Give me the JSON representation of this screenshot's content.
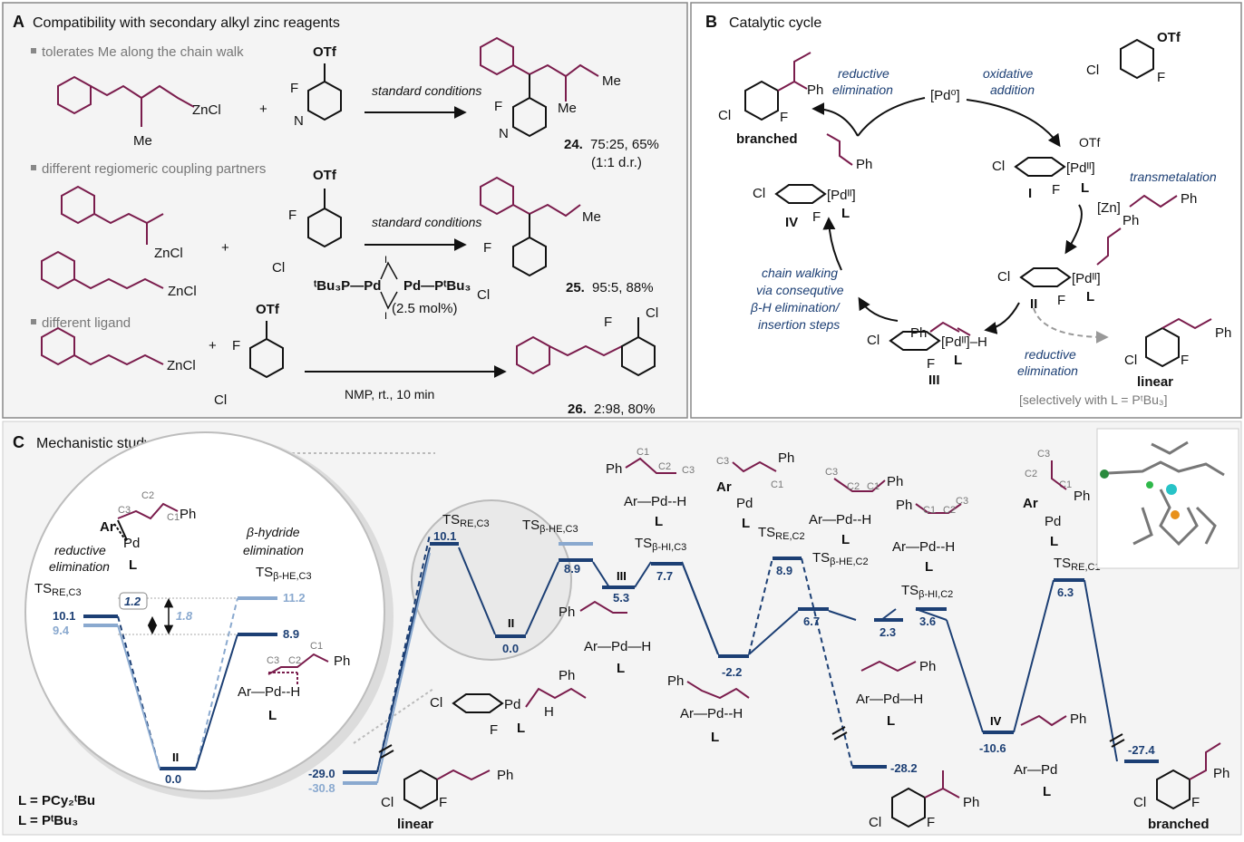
{
  "colors": {
    "dark_blue": "#1c3f74",
    "light_blue": "#8aa9cf",
    "maroon": "#7a1c4c",
    "panel_bg": "#f3f3f3"
  },
  "panelA": {
    "letter": "A",
    "title": "Compatibility with secondary alkyl zinc reagents",
    "bullets": [
      "tolerates Me along the chain walk",
      "different regiomeric coupling partners",
      "different ligand"
    ],
    "conditions": "standard conditions",
    "row3_catalyst": "(2.5 mol%)",
    "row3_conditions": "NMP, rt., 10 min",
    "products": [
      {
        "label": "24.",
        "detail": "75:25, 65%",
        "extra": "(1:1 d.r.)"
      },
      {
        "label": "25.",
        "detail": "95:5, 88%"
      },
      {
        "label": "26.",
        "detail": "2:98, 80%"
      }
    ]
  },
  "panelB": {
    "letter": "B",
    "title": "Catalytic cycle",
    "steps": {
      "re1": "reductive",
      "re2": "elimination",
      "oa1": "oxidative",
      "oa2": "addition",
      "tm": "transmetalation",
      "cw1": "chain walking",
      "cw2": "via consequtive",
      "cw3": "β-H elimination/",
      "cw4": "insertion steps",
      "re3": "reductive",
      "re4": "elimination"
    },
    "branched": "branched",
    "linear": "linear",
    "note": "[selectively with L = PᵗBu₃]",
    "intermediates": [
      "I",
      "II",
      "III",
      "IV"
    ]
  },
  "panelC": {
    "letter": "C",
    "title": "Mechanistic study",
    "ligand_dark": "L = PCy₂ᵗBu",
    "ligand_light": "L = PᵗBu₃",
    "inset": {
      "re1": "reductive",
      "re2": "elimination",
      "bh1": "β-hydride",
      "bh2": "elimination",
      "ts_re": "TS",
      "ts_re_sub": "RE,C3",
      "ts_bh": "TS",
      "ts_bh_sub": "β-HE,C3",
      "e1": "10.1",
      "e2": "9.4",
      "e3": "1.2",
      "e4": "1.8",
      "e5": "11.2",
      "e6": "8.9",
      "e7": "0.0",
      "ii": "II"
    },
    "energies": {
      "lin_d": "-29.0",
      "lin_l": "-30.8",
      "ts1": "10.1",
      "ii": "0.0",
      "ts2": "8.9",
      "iii": "5.3",
      "ts3": "7.7",
      "min1": "-2.2",
      "ts4": "8.9",
      "br1": "-28.2",
      "ts5": "6.7",
      "min2": "2.3",
      "ts6": "3.6",
      "iv": "-10.6",
      "ts7": "6.3",
      "br2": "-27.4"
    },
    "labels": {
      "ts_re_c3": "RE,C3",
      "ts_bhe_c3": "β-HE,C3",
      "ts_bhi_c3": "β-HI,C3",
      "ts_re_c2": "RE,C2",
      "ts_bhe_c2": "β-HE,C2",
      "ts_bhi_c2": "β-HI,C2",
      "ts_re_c1": "RE,C1"
    },
    "linear": "linear",
    "branched": "branched"
  }
}
